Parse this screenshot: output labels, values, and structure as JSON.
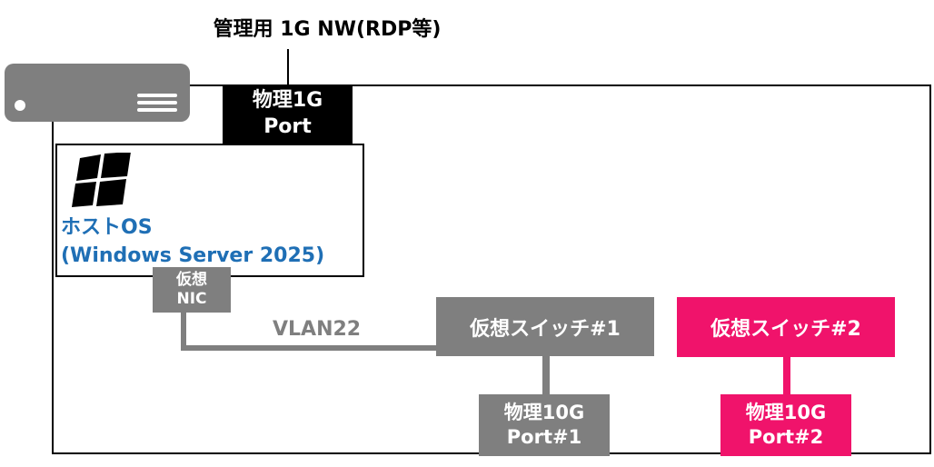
{
  "management_network": {
    "label": "管理用 1G NW(RDP等)"
  },
  "physical_1g_port": {
    "line1": "物理1G",
    "line2": "Port"
  },
  "host_os": {
    "line1": "ホストOS",
    "line2": "(Windows Server 2025)"
  },
  "virtual_nic": {
    "line1": "仮想",
    "line2": "NIC"
  },
  "vlan": {
    "label": "VLAN22"
  },
  "virtual_switch_1": {
    "label": "仮想スイッチ#1"
  },
  "virtual_switch_2": {
    "label": "仮想スイッチ#2"
  },
  "physical_10g_port_1": {
    "line1": "物理10G",
    "line2": "Port#1"
  },
  "physical_10g_port_2": {
    "line1": "物理10G",
    "line2": "Port#2"
  },
  "colors": {
    "gray": "#7f7f7f",
    "accent_pink": "#f0136b",
    "host_os_text_blue": "#1f6fb5",
    "black": "#000000"
  },
  "icons": {
    "server": "server-icon",
    "windows": "windows-logo-icon"
  }
}
